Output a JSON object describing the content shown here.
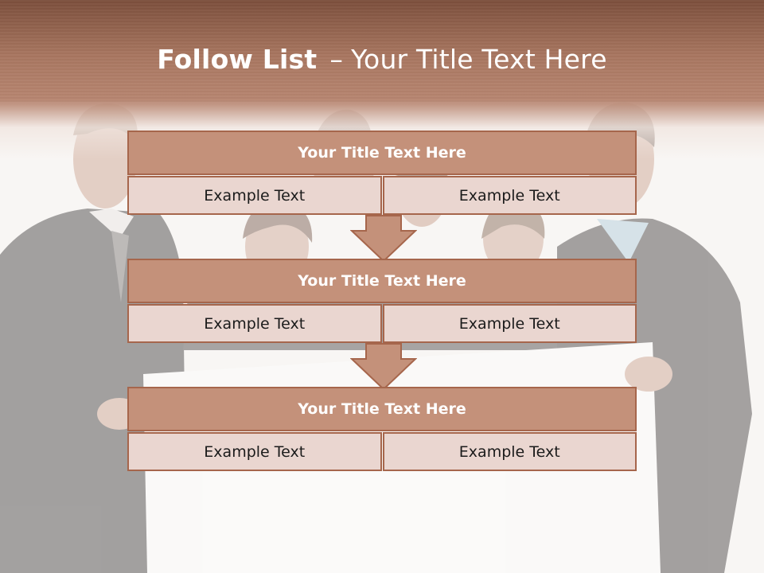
{
  "title": {
    "bold": "Follow List",
    "dash": "–",
    "text": "Your Title Text Here"
  },
  "blocks": [
    {
      "title": "Your Title Text Here",
      "cells": [
        "Example Text",
        "Example Text"
      ]
    },
    {
      "title": "Your Title Text Here",
      "cells": [
        "Example Text",
        "Example Text"
      ]
    },
    {
      "title": "Your Title Text Here",
      "cells": [
        "Example Text",
        "Example Text"
      ]
    }
  ],
  "colors": {
    "header_band": "#a87660",
    "block_title_fill": "#c4917a",
    "block_cell_fill": "#ead6d0",
    "block_border": "#a6664c",
    "arrow_fill": "#c4917a"
  }
}
